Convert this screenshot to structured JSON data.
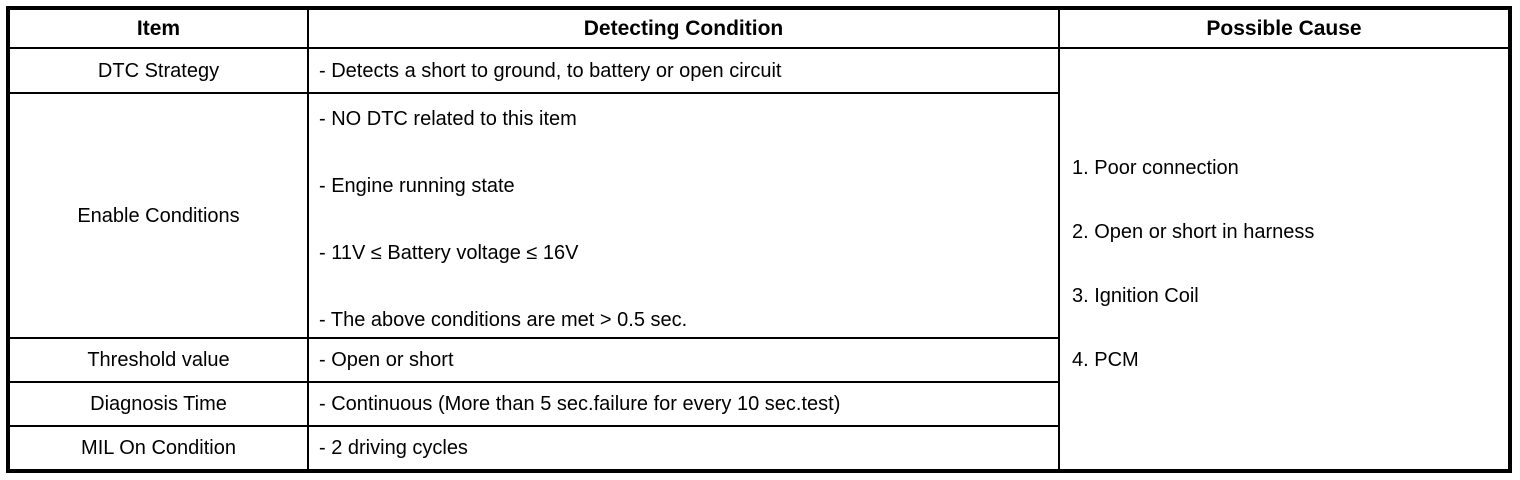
{
  "table": {
    "headers": {
      "item": "Item",
      "detecting_condition": "Detecting Condition",
      "possible_cause": "Possible Cause"
    },
    "rows": [
      {
        "item": "DTC Strategy",
        "conditions": [
          "- Detects a short to ground, to battery or open circuit"
        ]
      },
      {
        "item": "Enable Conditions",
        "conditions": [
          "- NO DTC related to this item",
          "- Engine running state",
          "- 11V ≤ Battery voltage ≤ 16V",
          "- The above conditions are met > 0.5 sec."
        ]
      },
      {
        "item": "Threshold value",
        "conditions": [
          "- Open or short"
        ]
      },
      {
        "item": "Diagnosis Time",
        "conditions": [
          "- Continuous (More than 5 sec.failure for every 10 sec.test)"
        ]
      },
      {
        "item": "MIL On Condition",
        "conditions": [
          "- 2 driving cycles"
        ]
      }
    ],
    "possible_causes": [
      "1. Poor connection",
      "2. Open or short in harness",
      "3. Ignition Coil",
      "4. PCM"
    ]
  },
  "colors": {
    "border": "#000000",
    "text": "#000000",
    "background": "#ffffff"
  }
}
